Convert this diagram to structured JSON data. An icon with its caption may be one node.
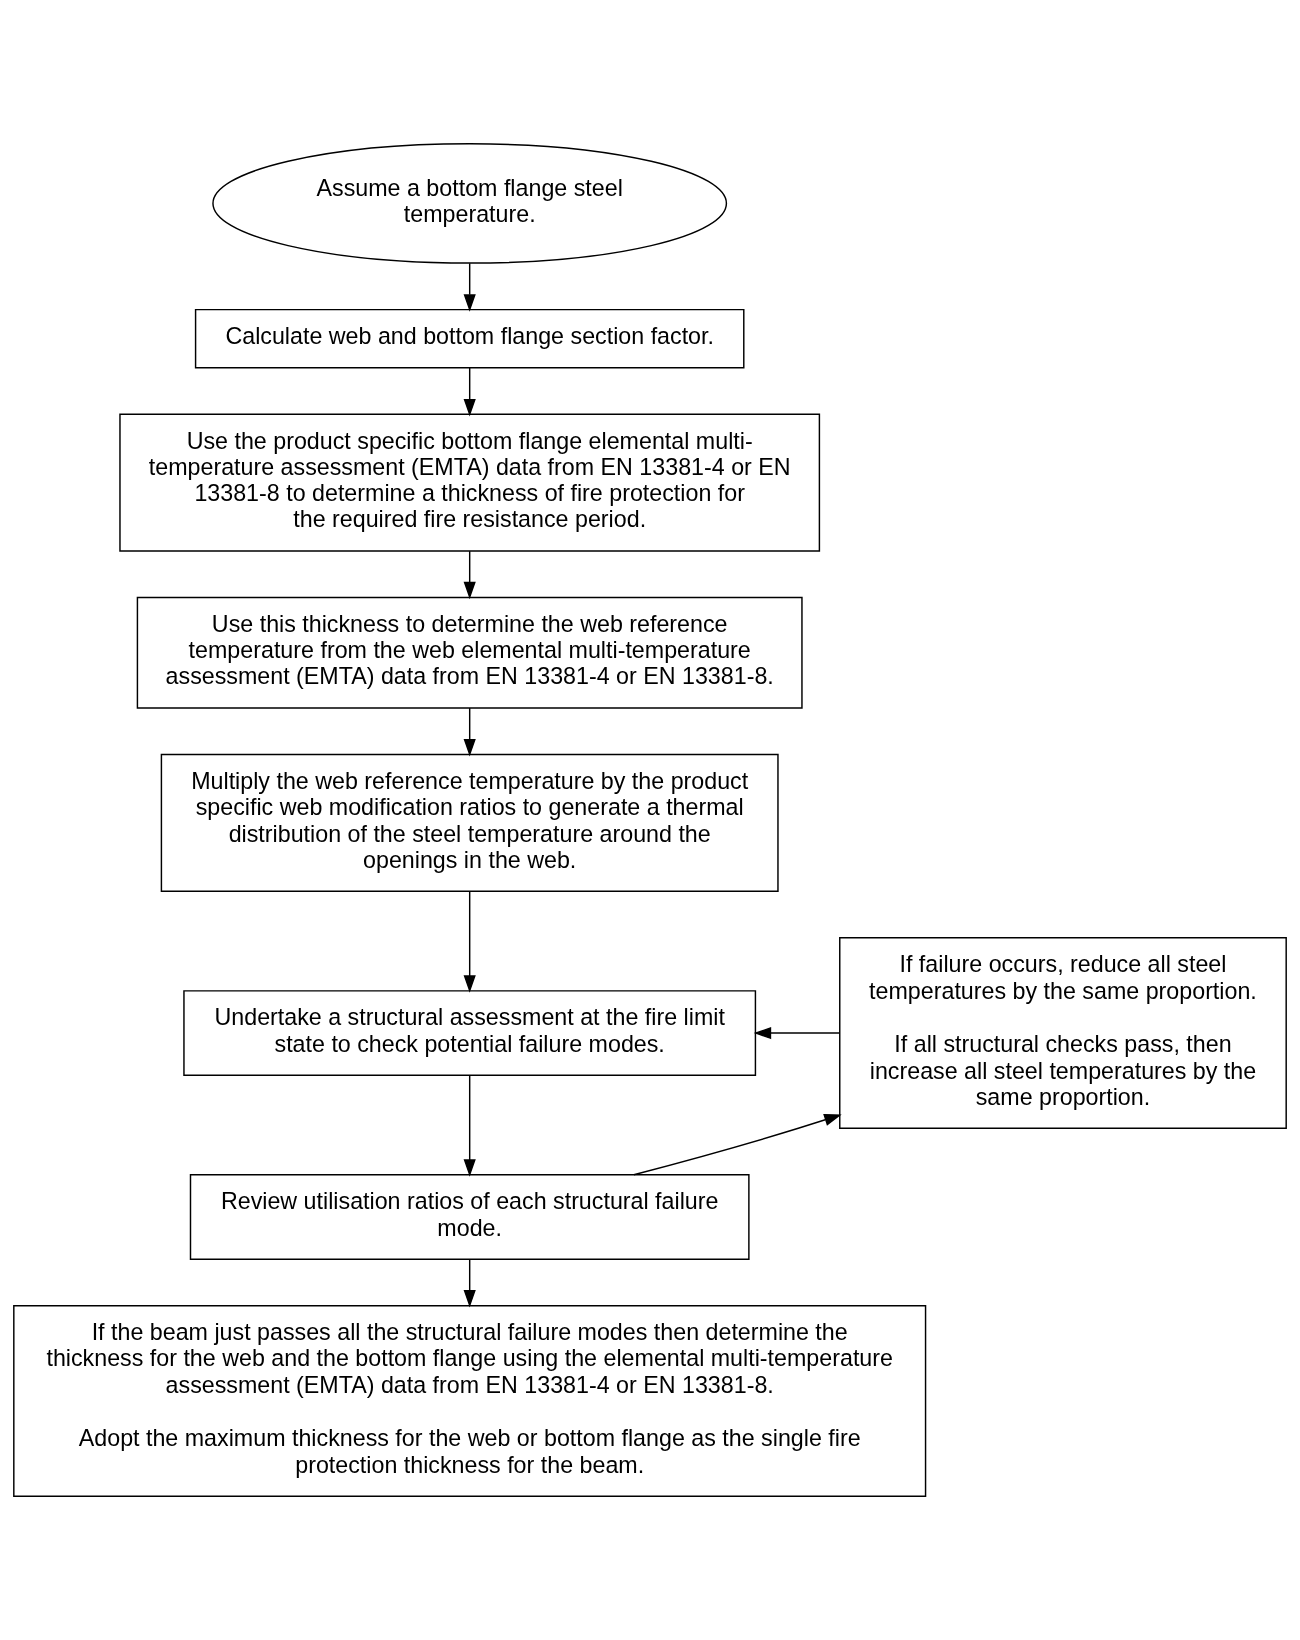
{
  "diagram": {
    "nodes": [
      {
        "text": [
          "Assume a bottom flange steel temperature."
        ]
      },
      {
        "text": [
          "Calculate web and bottom flange section factor."
        ]
      },
      {
        "text": [
          "Use the product specific bottom flange elemental multi-temperature assessment (EMTA) data from EN 13381-4 or EN 13381-8 to determine a thickness of fire protection for the required fire resistance period."
        ]
      },
      {
        "text": [
          "Use this thickness to determine the web reference temperature from the web elemental multi-temperature assessment (EMTA) data from EN 13381-4 or EN 13381-8."
        ]
      },
      {
        "text": [
          "Multiply the web reference temperature by the product specific web modification ratios to generate a thermal distribution of the steel temperature around the openings in the web."
        ]
      },
      {
        "text": [
          "Undertake a structural assessment at the fire limit state to check potential failure modes."
        ]
      },
      {
        "text": [
          "If failure occurs, reduce all steel temperatures by the same proportion.",
          "If all structural checks pass, then increase all steel temperatures by the same proportion."
        ]
      },
      {
        "text": [
          "Review utilisation ratios of each structural failure mode."
        ]
      },
      {
        "text": [
          "If the beam just passes all the structural failure modes then determine the thickness for the web and the bottom flange using the elemental multi-temperature assessment (EMTA) data from EN 13381-4 or EN 13381-8.",
          "Adopt the maximum thickness for the web or bottom flange as the single fire protection thickness for the beam."
        ]
      }
    ],
    "edges": [
      {
        "from": 0,
        "to": 1,
        "arrow": "to"
      },
      {
        "from": 1,
        "to": 2,
        "arrow": "to"
      },
      {
        "from": 2,
        "to": 3,
        "arrow": "to"
      },
      {
        "from": 3,
        "to": 4,
        "arrow": "to"
      },
      {
        "from": 4,
        "to": 5,
        "arrow": "to"
      },
      {
        "from": 5,
        "to": 7,
        "arrow": "to"
      },
      {
        "from": 7,
        "to": 8,
        "arrow": "to"
      },
      {
        "from": 7,
        "to": 6,
        "arrow": "to"
      },
      {
        "from": 6,
        "to": 5,
        "arrow": "to"
      }
    ]
  }
}
